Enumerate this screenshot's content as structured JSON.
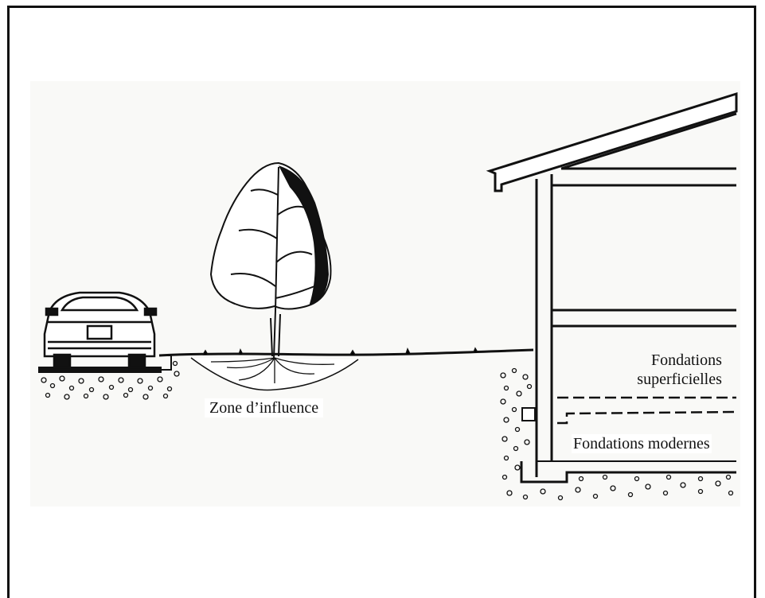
{
  "labels": {
    "zone": "Zone d’influence",
    "shallow_line1": "Fondations",
    "shallow_line2": "superficielles",
    "modern": "Fondations modernes"
  },
  "colors": {
    "ink": "#111111",
    "panel": "#f9f9f7"
  },
  "icons": [
    "car-icon",
    "tree-icon",
    "house-icon"
  ]
}
